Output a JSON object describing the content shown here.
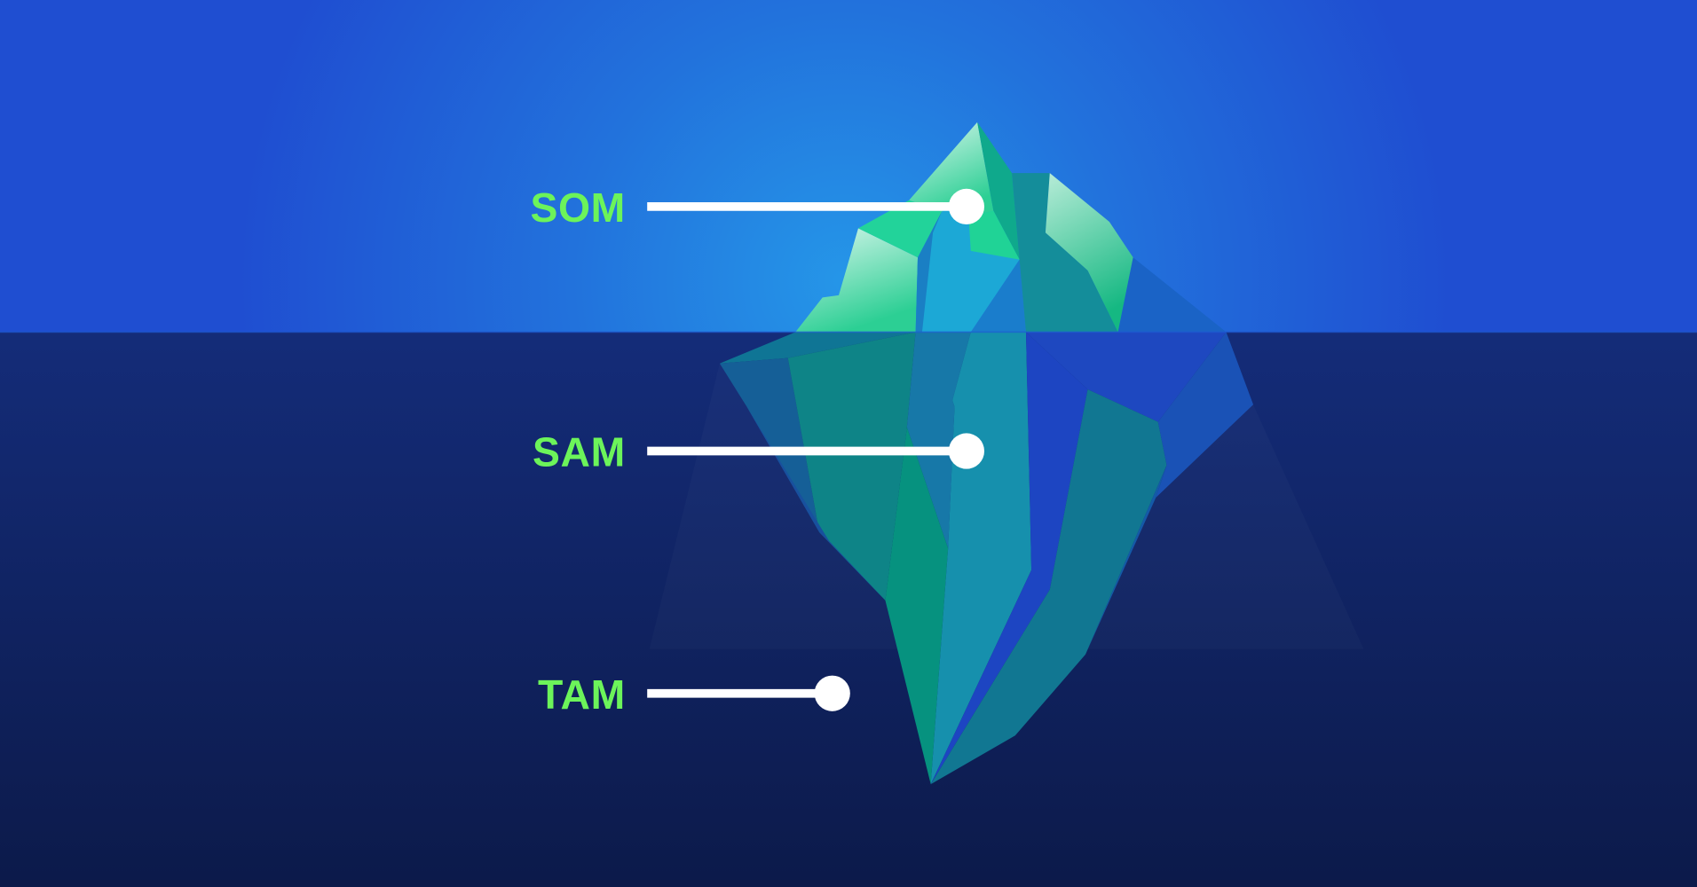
{
  "diagram": {
    "type": "iceberg",
    "title": "",
    "colors": {
      "sky_top": "#1f4ed1",
      "sky_glow": "#2590e6",
      "water_top": "#142c79",
      "water_bottom": "#0c1a4a",
      "label_color": "#6cf45a",
      "connector_color": "#ffffff"
    },
    "labels": [
      {
        "id": "som",
        "text": "SOM",
        "position": "above-water"
      },
      {
        "id": "sam",
        "text": "SAM",
        "position": "below-water"
      },
      {
        "id": "tam",
        "text": "TAM",
        "position": "deep-below-water"
      }
    ]
  }
}
